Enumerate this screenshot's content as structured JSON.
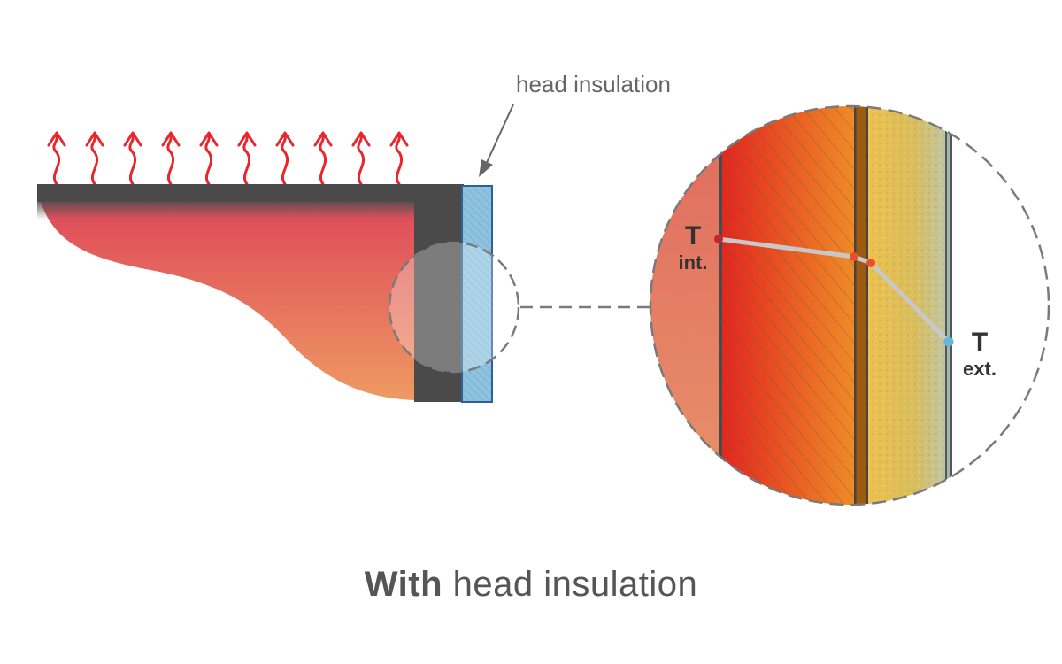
{
  "callout": {
    "label": "head insulation"
  },
  "caption": {
    "bold": "With",
    "rest": "head insulation"
  },
  "temps": {
    "internal": {
      "symbol": "T",
      "sub": "int."
    },
    "external": {
      "symbol": "T",
      "sub": "ext."
    }
  },
  "colors": {
    "heat_arrow": "#e8262b",
    "steel": "#4a4a4a",
    "insulation": "#7fb6d8",
    "hot": "#e0505a",
    "warm": "#ea9a5a",
    "wall_red": "#e02a20",
    "wall_orange": "#f08a25",
    "foam": "#e8c05a",
    "profile_line": "#c8c8c8",
    "point_int": "#c0282d",
    "point_mid": "#e8502a",
    "point_ext": "#6ab4d8"
  },
  "icons": [
    "heat-arrow-icon"
  ]
}
